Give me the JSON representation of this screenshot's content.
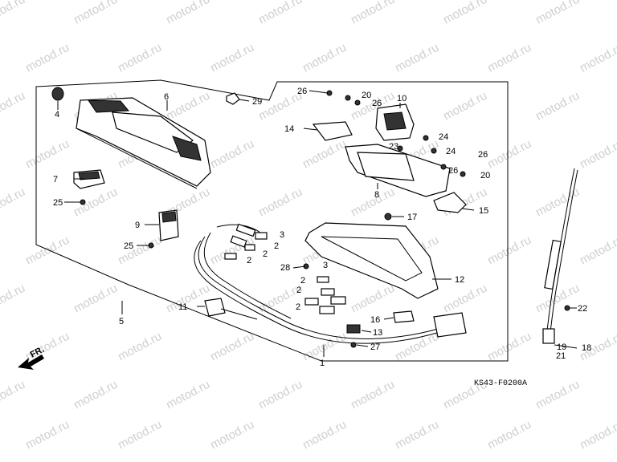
{
  "watermark": "motod.ru",
  "diagram_code": "KS43-F0200A",
  "direction": "FR.",
  "callouts": {
    "c1": "1",
    "c2a": "2",
    "c2b": "2",
    "c2c": "2",
    "c2d": "2",
    "c2e": "2",
    "c2f": "2",
    "c3a": "3",
    "c3b": "3",
    "c4": "4",
    "c5": "5",
    "c6": "6",
    "c7": "7",
    "c8": "8",
    "c9": "9",
    "c10": "10",
    "c11": "11",
    "c12": "12",
    "c13": "13",
    "c14": "14",
    "c15": "15",
    "c16": "16",
    "c17": "17",
    "c18": "18",
    "c19": "19",
    "c20a": "20",
    "c20b": "20",
    "c21": "21",
    "c22": "22",
    "c23": "23",
    "c24a": "24",
    "c24b": "24",
    "c25a": "25",
    "c25b": "25",
    "c26a": "26",
    "c26b": "26",
    "c26c": "26",
    "c26d": "26",
    "c27": "27",
    "c28": "28",
    "c29": "29"
  },
  "icons": {
    "direction_arrow": "arrow-left-down-icon"
  }
}
